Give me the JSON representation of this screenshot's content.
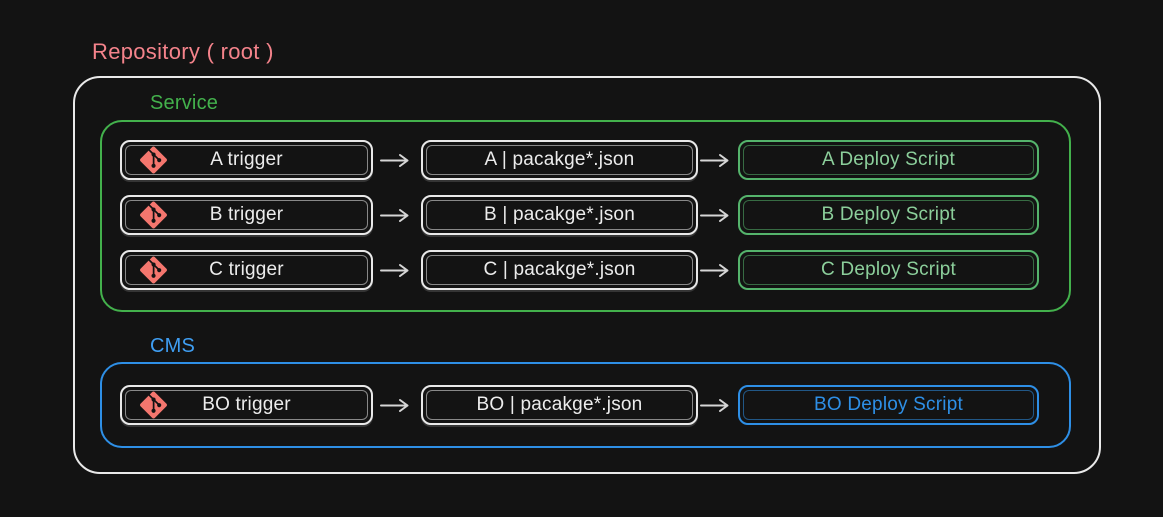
{
  "colors": {
    "background": "#131313",
    "stroke": "#e9e9e9",
    "text": "#ececec",
    "salmon": "#f4838b",
    "git": "#f4766e",
    "green": "#43b14c",
    "green_border": "#55b46c",
    "green_text": "#8ccf9b",
    "blue": "#2e8fe6",
    "blue_frame": "#2e8fe6",
    "blue_label": "#3f9ef2",
    "arrow": "#d6d6d6"
  },
  "repository": {
    "label": "Repository ( root )"
  },
  "service": {
    "label": "Service",
    "rows": [
      {
        "trigger": "A trigger",
        "package": "A | pacakge*.json",
        "deploy": "A Deploy Script"
      },
      {
        "trigger": "B trigger",
        "package": "B | pacakge*.json",
        "deploy": "B Deploy Script"
      },
      {
        "trigger": "C trigger",
        "package": "C | pacakge*.json",
        "deploy": "C Deploy Script"
      }
    ]
  },
  "cms": {
    "label": "CMS",
    "rows": [
      {
        "trigger": "BO trigger",
        "package": "BO | pacakge*.json",
        "deploy": "BO Deploy Script"
      }
    ]
  },
  "icons": {
    "trigger_icon": "git-icon",
    "connector_icon": "arrow-right-icon"
  }
}
